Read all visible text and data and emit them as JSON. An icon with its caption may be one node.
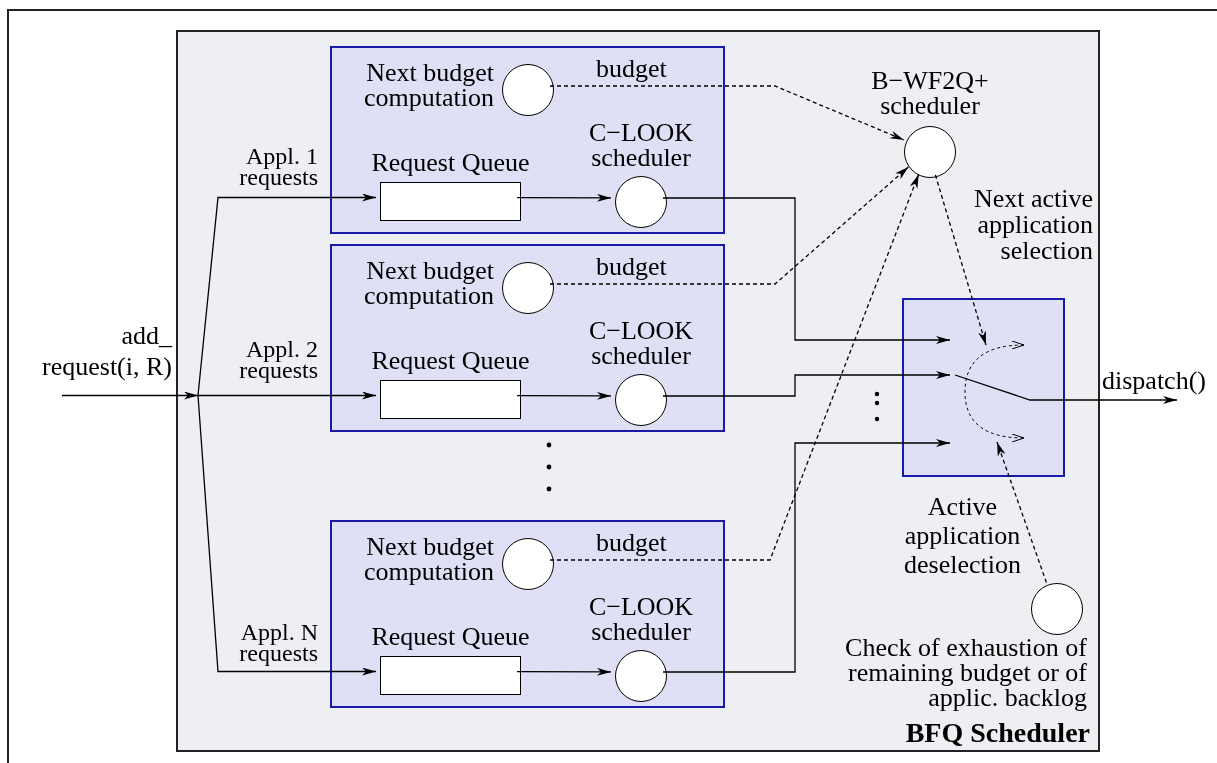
{
  "diagram": {
    "nodes": [
      {
        "text": [
          "BFQ Scheduler"
        ]
      },
      {
        "text": [],
        "shape": "box",
        "in": 0
      },
      {
        "text": [],
        "shape": "circle",
        "in": 1,
        "beside": [
          "Next budget computation"
        ]
      },
      {
        "text": [],
        "shape": "box",
        "in": 1,
        "beside": [
          "Request Queue"
        ]
      },
      {
        "text": [],
        "shape": "circle",
        "in": 1,
        "beside": [
          "C−LOOK scheduler"
        ]
      },
      {
        "text": [],
        "shape": "box",
        "in": 0
      },
      {
        "text": [],
        "shape": "circle",
        "in": 5,
        "beside": [
          "Next budget computation"
        ]
      },
      {
        "text": [],
        "shape": "box",
        "in": 5,
        "beside": [
          "Request Queue"
        ]
      },
      {
        "text": [],
        "shape": "circle",
        "in": 5,
        "beside": [
          "C−LOOK scheduler"
        ]
      },
      {
        "text": [],
        "shape": "box",
        "in": 0
      },
      {
        "text": [],
        "shape": "circle",
        "in": 9,
        "beside": [
          "Next budget computation"
        ]
      },
      {
        "text": [],
        "shape": "box",
        "in": 9,
        "beside": [
          "Request Queue"
        ]
      },
      {
        "text": [],
        "shape": "circle",
        "in": 9,
        "beside": [
          "C−LOOK scheduler"
        ]
      },
      {
        "text": [],
        "shape": "circle",
        "in": 0,
        "beside": [
          "B−WF2Q+ scheduler"
        ]
      },
      {
        "text": [],
        "shape": "box",
        "in": 0
      },
      {
        "text": [],
        "shape": "circle",
        "in": 0,
        "beside": [
          "Check of exhaustion of remaining budget or of applic. backlog"
        ]
      }
    ],
    "edges": [
      {
        "from": null,
        "to": 3,
        "arrow": "to",
        "label": "Appl. 1 requests"
      },
      {
        "from": null,
        "to": 7,
        "arrow": "to",
        "label": "Appl. 2 requests"
      },
      {
        "from": null,
        "to": 11,
        "arrow": "to",
        "label": "Appl. N requests"
      },
      {
        "from": 3,
        "to": 4,
        "arrow": "to"
      },
      {
        "from": 7,
        "to": 8,
        "arrow": "to"
      },
      {
        "from": 11,
        "to": 12,
        "arrow": "to"
      },
      {
        "from": 2,
        "to": 13,
        "arrow": "to",
        "label": "budget",
        "style": "dashed"
      },
      {
        "from": 6,
        "to": 13,
        "arrow": "to",
        "label": "budget",
        "style": "dashed"
      },
      {
        "from": 10,
        "to": 13,
        "arrow": "to",
        "label": "budget",
        "style": "dashed"
      },
      {
        "from": 4,
        "to": 14,
        "arrow": "to"
      },
      {
        "from": 8,
        "to": 14,
        "arrow": "to"
      },
      {
        "from": 12,
        "to": 14,
        "arrow": "to"
      },
      {
        "from": 13,
        "to": 14,
        "arrow": "to",
        "label": "Next active application selection",
        "style": "dashed"
      },
      {
        "from": 15,
        "to": 14,
        "arrow": "to",
        "label": "Active application deselection",
        "style": "dashed"
      },
      {
        "from": 14,
        "to": null,
        "arrow": "to",
        "label": "dispatch()"
      }
    ],
    "labels": [
      "add_ request(i, R)"
    ]
  }
}
